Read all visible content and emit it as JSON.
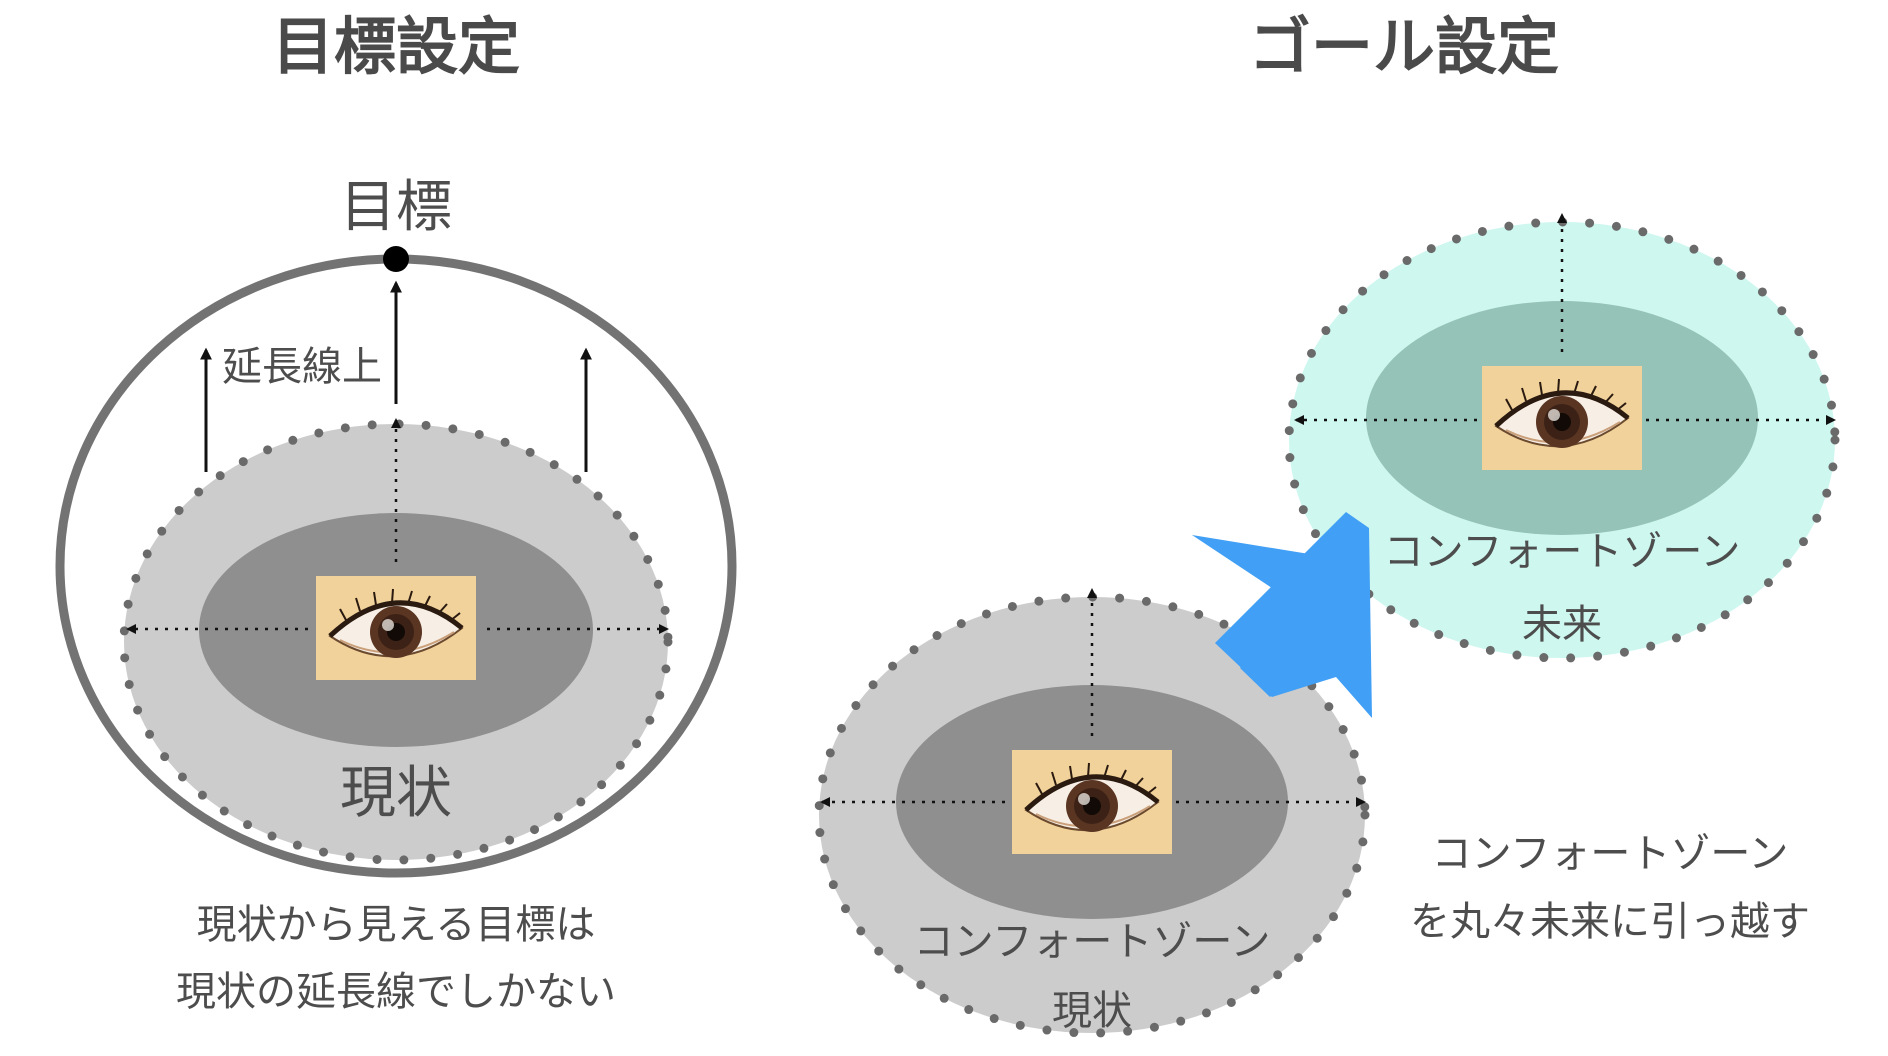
{
  "left": {
    "heading": "目標設定",
    "goal_label": "目標",
    "extension_label": "延長線上",
    "current_label": "現状",
    "caption_lines": [
      "現状から見える目標は",
      "現状の延長線でしかない"
    ],
    "colors": {
      "outer_ring": "#737373",
      "zone_fill": "#cccccc",
      "core_fill": "#8f8f8f",
      "dots": "#6a6a6a"
    },
    "icons": [
      "eye-icon"
    ]
  },
  "right": {
    "heading": "ゴール設定",
    "current_zone": {
      "label": "コンフォートゾーン",
      "sub_label": "現状",
      "colors": {
        "zone_fill": "#cccccc",
        "core_fill": "#8f8f8f"
      }
    },
    "future_zone": {
      "label": "コンフォートゾーン",
      "sub_label": "未来",
      "colors": {
        "zone_fill": "#cdf7ef",
        "core_fill": "#95c3b8"
      }
    },
    "caption_lines": [
      "コンフォートゾーン",
      "を丸々未来に引っ越す"
    ],
    "arrow_color": "#419ff5",
    "icons": [
      "eye-icon"
    ]
  }
}
